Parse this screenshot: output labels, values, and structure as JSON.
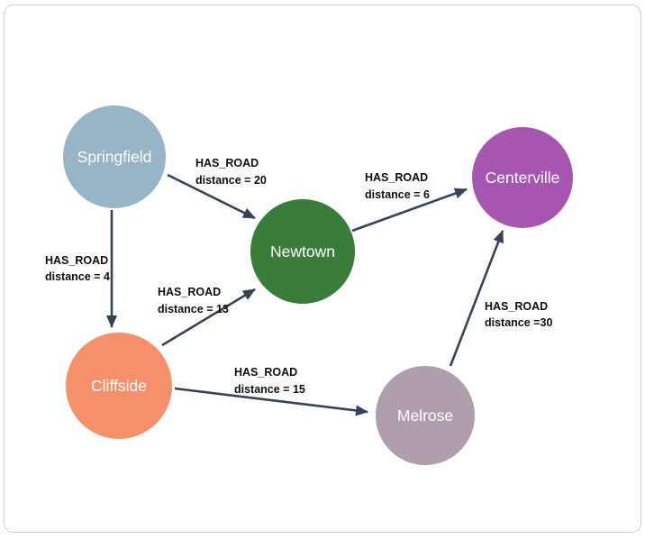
{
  "diagram": {
    "type": "directed-graph",
    "canvas": {
      "background": "#ffffff",
      "border_color": "#cccfd3"
    },
    "style": {
      "arrow_color": "#364257",
      "edge_label_color": "#0e0e0e",
      "node_label_color": "#ffffff"
    },
    "nodes": [
      {
        "id": "springfield",
        "label": "Springfield",
        "color": "#97b5c6"
      },
      {
        "id": "newtown",
        "label": "Newtown",
        "color": "#3a7c39"
      },
      {
        "id": "centerville",
        "label": "Centerville",
        "color": "#a656b0"
      },
      {
        "id": "cliffside",
        "label": "Cliffside",
        "color": "#f5906b"
      },
      {
        "id": "melrose",
        "label": "Melrose",
        "color": "#b19ead"
      }
    ],
    "edges": [
      {
        "from": "Springfield",
        "to": "Newtown",
        "relationship": "HAS_ROAD",
        "distance": "distance = 20"
      },
      {
        "from": "Springfield",
        "to": "Cliffside",
        "relationship": "HAS_ROAD",
        "distance": "distance = 4"
      },
      {
        "from": "Cliffside",
        "to": "Newtown",
        "relationship": "HAS_ROAD",
        "distance": "distance = 13"
      },
      {
        "from": "Cliffside",
        "to": "Melrose",
        "relationship": "HAS_ROAD",
        "distance": "distance = 15"
      },
      {
        "from": "Newtown",
        "to": "Centerville",
        "relationship": "HAS_ROAD",
        "distance": "distance = 6"
      },
      {
        "from": "Melrose",
        "to": "Centerville",
        "relationship": "HAS_ROAD",
        "distance": "distance =30"
      }
    ]
  }
}
